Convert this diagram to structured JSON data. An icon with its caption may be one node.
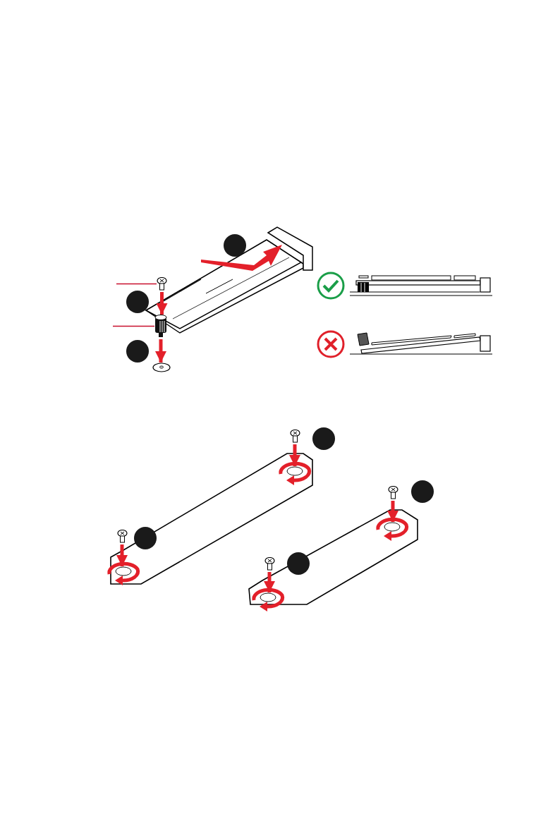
{
  "diagram": {
    "nodes": [
      {
        "text": [],
        "shape": "circle"
      },
      {
        "text": [],
        "shape": "picture"
      },
      {
        "text": [],
        "shape": "circle"
      },
      {
        "text": [],
        "shape": "picture"
      },
      {
        "text": [],
        "shape": "circle"
      },
      {
        "text": [],
        "shape": "circle"
      },
      {
        "text": [],
        "shape": "circle"
      },
      {
        "text": [],
        "shape": "circle"
      },
      {
        "text": [],
        "shape": "circle"
      },
      {
        "text": [],
        "shape": "picture"
      },
      {
        "text": [],
        "shape": "picture"
      },
      {
        "text": [],
        "shape": "ellipse"
      },
      {
        "text": [],
        "shape": "picture"
      },
      {
        "text": [],
        "shape": "ellipse"
      },
      {
        "text": [],
        "shape": "picture"
      },
      {
        "text": [],
        "shape": "ellipse"
      },
      {
        "text": [],
        "shape": "picture"
      },
      {
        "text": [],
        "shape": "ellipse"
      }
    ],
    "edges": [
      {
        "from": null,
        "to": 1,
        "arrow": "none"
      },
      {
        "from": null,
        "to": 3,
        "arrow": "none"
      },
      {
        "from": 1,
        "to": 3,
        "arrow": "to"
      },
      {
        "from": 3,
        "to": 9,
        "arrow": "to"
      },
      {
        "from": 10,
        "to": 11,
        "arrow": "to"
      },
      {
        "from": 12,
        "to": 13,
        "arrow": "to"
      },
      {
        "from": 14,
        "to": 15,
        "arrow": "to"
      },
      {
        "from": 16,
        "to": 17,
        "arrow": "to"
      }
    ]
  }
}
